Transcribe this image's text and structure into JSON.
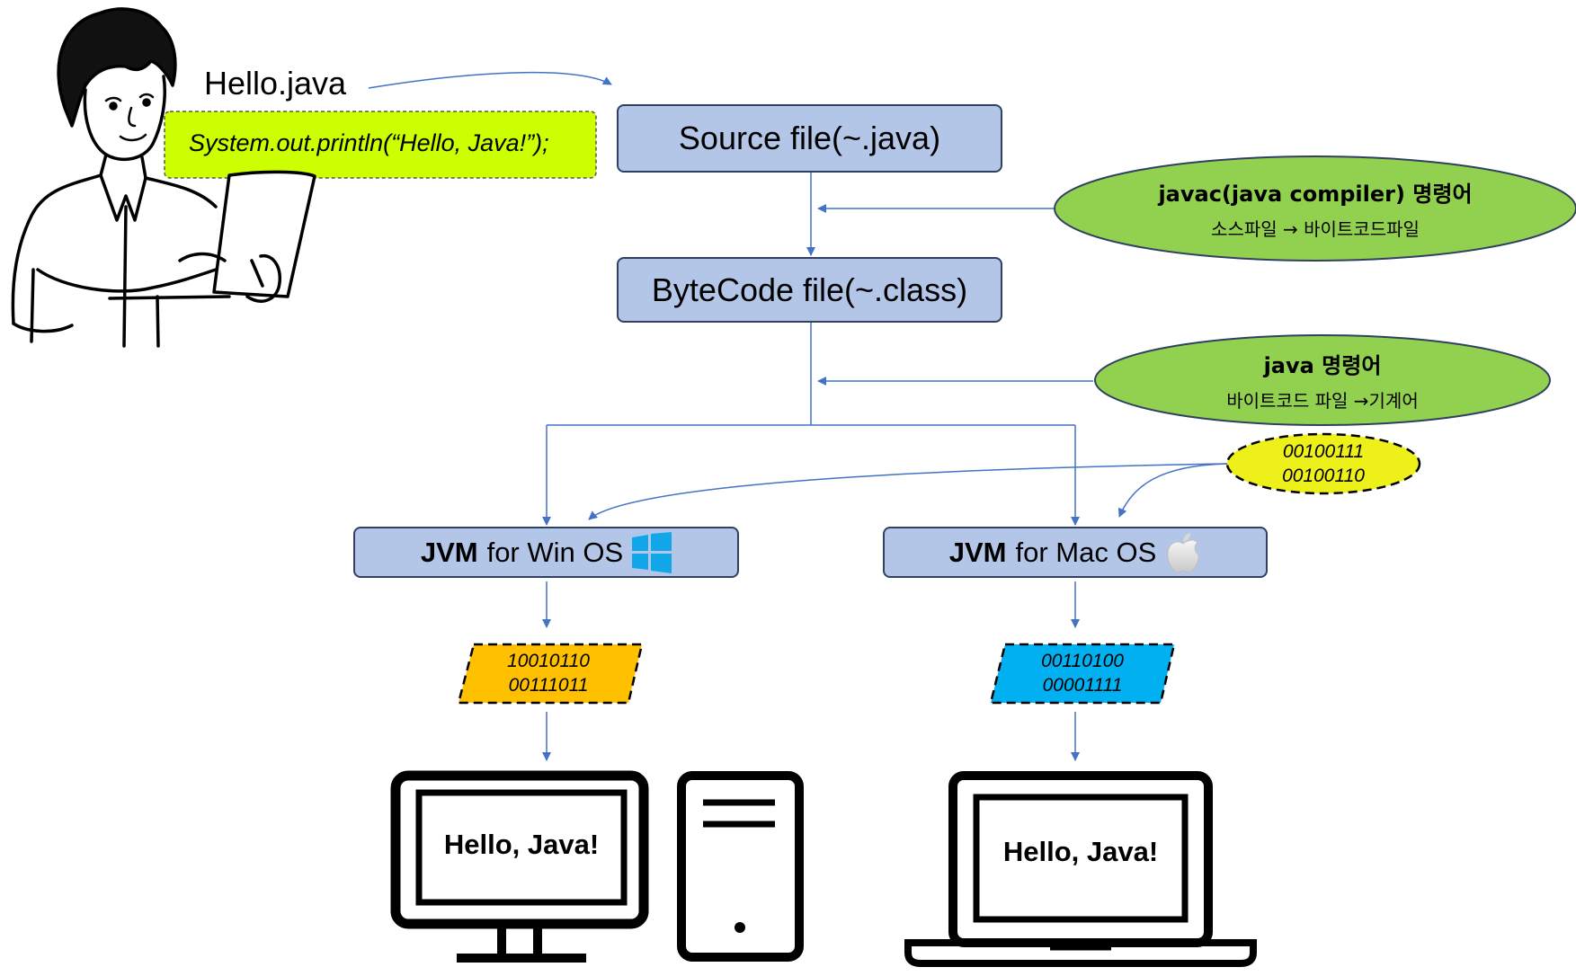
{
  "file_label": "Hello.java",
  "code_line": "System.out.println(“Hello,  Java!”);",
  "source_box": "Source file(~.java)",
  "bytecode_box": "ByteCode file(~.class)",
  "javac_note": {
    "title": "javac(java compiler)  명령어",
    "subtitle": "소스파일 → 바이트코드파일"
  },
  "java_note": {
    "title": "java 명령어",
    "subtitle": "바이트코드 파일 →기계어"
  },
  "bytecode_bits": [
    "00100111",
    "00100110"
  ],
  "jvm_win": {
    "bold": "JVM",
    "rest": "for Win OS",
    "icon": "windows-logo-icon"
  },
  "jvm_mac": {
    "bold": "JVM",
    "rest": "for Mac OS",
    "icon": "apple-logo-icon"
  },
  "win_machine_code": [
    "10010110",
    "00111011"
  ],
  "mac_machine_code": [
    "00110100",
    "00001111"
  ],
  "win_screen_text": "Hello, Java!",
  "mac_screen_text": "Hello, Java!",
  "colors": {
    "box_fill": "#b4c6e7",
    "ellipse_green": "#92d050",
    "code_bubble": "#ccff00",
    "bits_yellow": "#eef01a",
    "win_orange": "#ffc000",
    "mac_blue": "#00b0f0",
    "connector": "#4472c4"
  }
}
